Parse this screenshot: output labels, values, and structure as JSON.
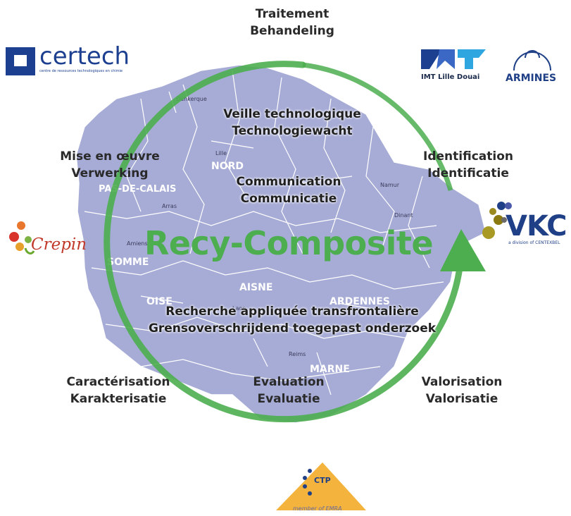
{
  "title": "Recy-Composite",
  "labels": {
    "top": [
      "Traitement",
      "Behandeling"
    ],
    "left_upper": [
      "Mise en œuvre",
      "Verwerking"
    ],
    "right_upper": [
      "Identification",
      "Identificatie"
    ],
    "left_lower": [
      "Caractérisation",
      "Karakterisatie"
    ],
    "bottom": [
      "Evaluation",
      "Evaluatie"
    ],
    "right_lower": [
      "Valorisation",
      "Valorisatie"
    ],
    "center_top": [
      "Veille technologique",
      "Technologiewacht"
    ],
    "center_mid": [
      "Communication",
      "Communicatie"
    ],
    "center_bottom": [
      "Recherche appliquée transfrontalière",
      "Grensoverschrijdend toegepast onderzoek"
    ]
  },
  "map_labels": {
    "nord": "NORD",
    "pas_de_calais": "PAS-DE-CALAIS",
    "somme": "SOMME",
    "aisne": "AISNE",
    "oise": "OISE",
    "ardennes": "ARDENNES",
    "marne": "MARNE",
    "lille": "Lille",
    "dunkerque": "Dunkerque",
    "arras": "Arras",
    "amiens": "Amiens",
    "laon": "Laon",
    "reims": "Reims",
    "namur": "Namur",
    "dinant": "Dinant"
  },
  "logos": {
    "certech": "certech",
    "certech_sub": "centre de ressources technologiques en chimie",
    "imt": "IMT Lille Douai",
    "armines": "ARMINES",
    "vkc": "VKC",
    "vkc_sub": "a division of CENTEXBEL",
    "crepin": "Crepin",
    "ctp": "CTP",
    "emra": "member of EMRA"
  },
  "colors": {
    "cycle": "#4cae4f",
    "map": "#a7acd6",
    "map_border": "#ffffff",
    "text": "#2a2a2a"
  }
}
